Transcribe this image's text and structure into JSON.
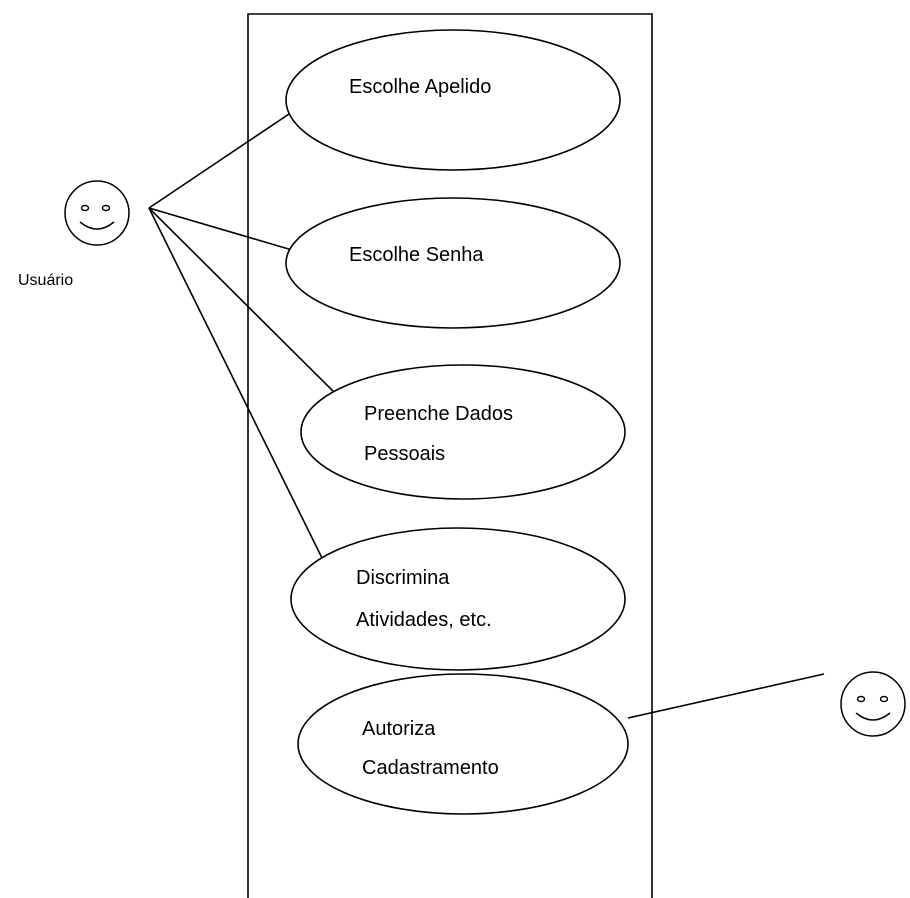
{
  "diagram": {
    "type": "use-case",
    "colors": {
      "stroke": "#000000",
      "background": "#ffffff"
    },
    "actors": [
      {
        "id": "usuario",
        "label": "Usuário",
        "icon": "smiley-face-icon"
      },
      {
        "id": "admin",
        "label": "",
        "icon": "smiley-face-icon"
      }
    ],
    "use_cases": [
      {
        "id": "escolhe-apelido",
        "lines": [
          "Escolhe Apelido"
        ]
      },
      {
        "id": "escolhe-senha",
        "lines": [
          "Escolhe Senha"
        ]
      },
      {
        "id": "preenche-dados-pessoais",
        "lines": [
          "Preenche Dados",
          "Pessoais"
        ]
      },
      {
        "id": "discrimina-atividades",
        "lines": [
          "Discrimina",
          "Atividades, etc."
        ]
      },
      {
        "id": "autoriza-cadastramento",
        "lines": [
          "Autoriza",
          "Cadastramento"
        ]
      }
    ],
    "associations": [
      {
        "actor": "usuario",
        "use_case": "escolhe-apelido"
      },
      {
        "actor": "usuario",
        "use_case": "escolhe-senha"
      },
      {
        "actor": "usuario",
        "use_case": "preenche-dados-pessoais"
      },
      {
        "actor": "usuario",
        "use_case": "discrimina-atividades"
      },
      {
        "actor": "admin",
        "use_case": "autoriza-cadastramento"
      }
    ]
  }
}
